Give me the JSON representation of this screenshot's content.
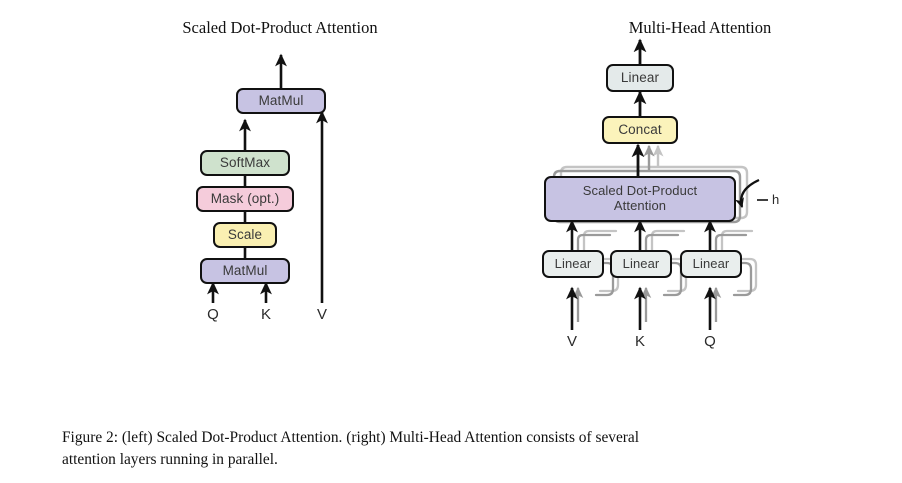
{
  "figure": {
    "background": "#ffffff",
    "caption_line1": "Figure 2:  (left) Scaled Dot-Product Attention.  (right) Multi-Head Attention consists of several",
    "caption_line2": "attention layers running in parallel."
  },
  "left_panel": {
    "title": "Scaled Dot-Product Attention",
    "nodes": [
      {
        "id": "matmul-top",
        "label": "MatMul",
        "color": "#c7c3e3"
      },
      {
        "id": "softmax",
        "label": "SoftMax",
        "color": "#cfe2cd"
      },
      {
        "id": "mask",
        "label": "Mask (opt.)",
        "color": "#f5ccdb"
      },
      {
        "id": "scale",
        "label": "Scale",
        "color": "#faf0b2"
      },
      {
        "id": "matmul-bottom",
        "label": "MatMul",
        "color": "#c7c3e3"
      }
    ],
    "inputs": [
      "Q",
      "K",
      "V"
    ]
  },
  "right_panel": {
    "title": "Multi-Head Attention",
    "nodes": [
      {
        "id": "linear-out",
        "label": "Linear",
        "color": "#e4eaea"
      },
      {
        "id": "concat",
        "label": "Concat",
        "color": "#fbf3bb"
      },
      {
        "id": "sdpa",
        "label": "Scaled Dot-Product\nAttention",
        "color": "#c7c3e3"
      },
      {
        "id": "linear-v",
        "label": "Linear",
        "color": "#e9eeed"
      },
      {
        "id": "linear-k",
        "label": "Linear",
        "color": "#e9eeed"
      },
      {
        "id": "linear-q",
        "label": "Linear",
        "color": "#e9eeed"
      }
    ],
    "head_count_label": "h",
    "inputs": [
      "V",
      "K",
      "Q"
    ]
  },
  "colors": {
    "stroke": "#111111",
    "shadow_mid": "#9a9a9a",
    "shadow_light": "#c4c4c4",
    "arrow": "#111111"
  }
}
